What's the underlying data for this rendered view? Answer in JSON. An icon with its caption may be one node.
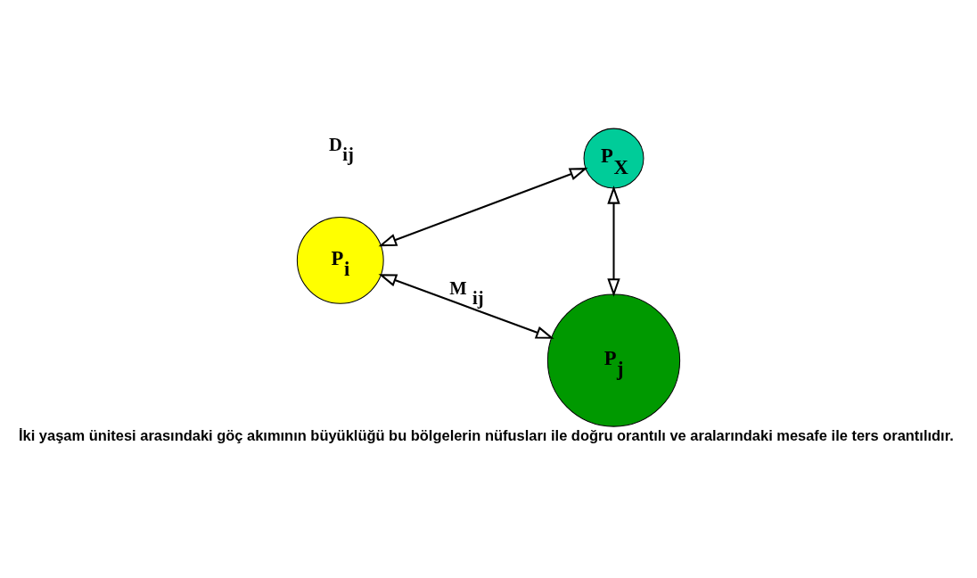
{
  "diagram": {
    "caption": "İki yaşam ünitesi arasındaki göç akımının büyüklüğü bu bölgelerin nüfusları ile doğru orantılı ve aralarındaki mesafe ile ters orantılıdır.",
    "nodes": [
      {
        "text": [
          "P$_{j}$"
        ]
      },
      {
        "text": [
          "P$_{i}$"
        ]
      },
      {
        "text": [
          "P$_{X}$"
        ]
      }
    ],
    "edges": [
      {
        "from": 1,
        "to": 0,
        "arrow": "both",
        "label": "M $_{ij}$"
      },
      {
        "from": 1,
        "to": 2,
        "arrow": "both"
      },
      {
        "from": 2,
        "to": 0,
        "arrow": "both"
      }
    ],
    "labels": [
      "D$_{ij}$"
    ]
  }
}
